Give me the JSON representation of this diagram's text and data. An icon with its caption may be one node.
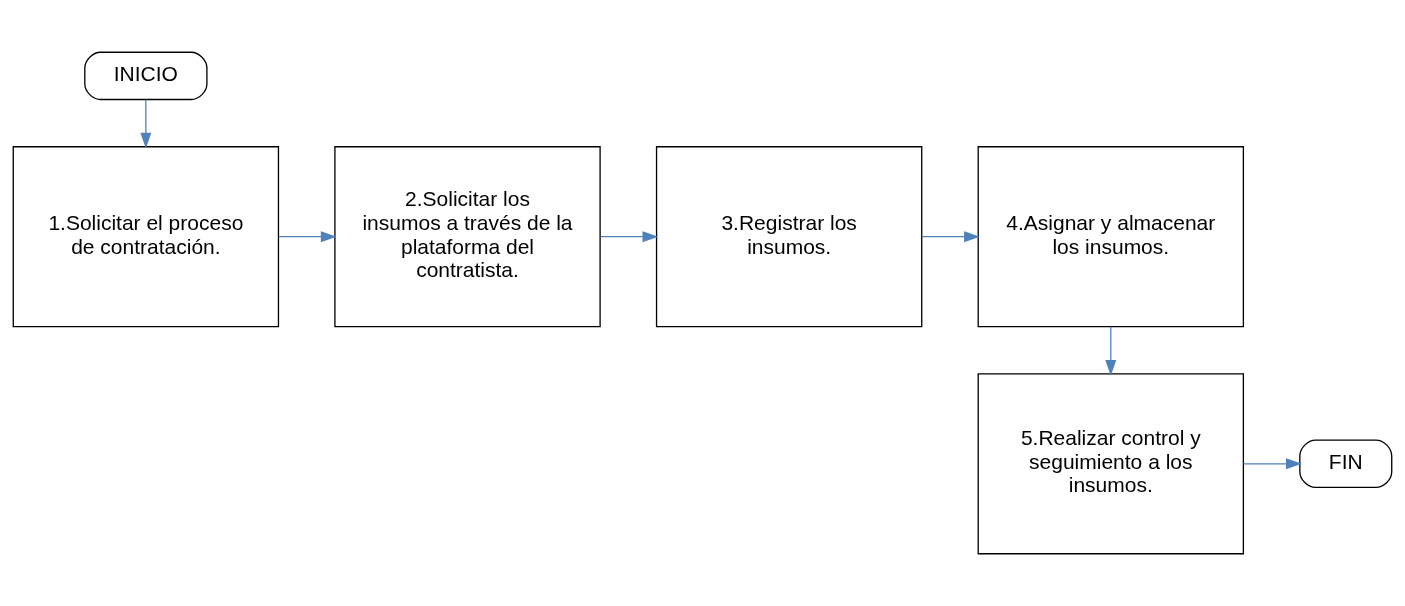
{
  "diagram": {
    "nodes": [
      {
        "text": [
          "INICIO"
        ]
      },
      {
        "text": [
          "1.Solicitar el proceso de contratación."
        ]
      },
      {
        "text": [
          "2.Solicitar los insumos a través de la plataforma del contratista."
        ]
      },
      {
        "text": [
          "3.Registrar los insumos."
        ]
      },
      {
        "text": [
          "4.Asignar y almacenar los insumos."
        ]
      },
      {
        "text": [
          "5.Realizar control y seguimiento a los insumos."
        ]
      },
      {
        "text": [
          "FIN"
        ]
      }
    ],
    "edges": [
      {
        "from": 0,
        "to": 1,
        "arrow": "to"
      },
      {
        "from": 1,
        "to": 2,
        "arrow": "to"
      },
      {
        "from": 2,
        "to": 3,
        "arrow": "to"
      },
      {
        "from": 3,
        "to": 4,
        "arrow": "to"
      },
      {
        "from": 4,
        "to": 5,
        "arrow": "to"
      },
      {
        "from": 5,
        "to": 6,
        "arrow": "to"
      }
    ]
  }
}
